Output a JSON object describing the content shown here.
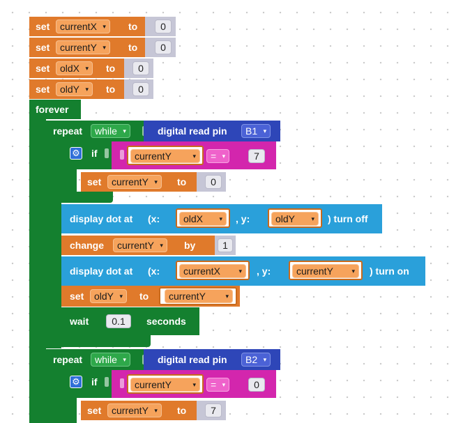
{
  "blocks": {
    "set_label": "set",
    "to_label": "to",
    "forever_label": "forever",
    "repeat_label": "repeat",
    "while_label": "while",
    "digital_read_label": "digital read pin",
    "if_label": "if",
    "eq_label": "=",
    "display_dot_label": "display dot at",
    "x_label": "(x:",
    "y_label": ", y:",
    "turn_off_label": ") turn off",
    "turn_on_label": ") turn on",
    "change_label": "change",
    "by_label": "by",
    "wait_label": "wait",
    "seconds_label": "seconds",
    "caret": "▾"
  },
  "vars": {
    "currentX": "currentX",
    "currentY": "currentY",
    "oldX": "oldX",
    "oldY": "oldY"
  },
  "pins": {
    "b1": "B1",
    "b2": "B2"
  },
  "values": {
    "zero": "0",
    "seven": "7",
    "one": "1",
    "wait": "0.1"
  },
  "icons": {
    "settings": "⚙"
  },
  "colors": {
    "variables": "#e07a2b",
    "control": "#14802f",
    "display": "#2aa0da",
    "pins": "#2e46b8",
    "logic": "#d326ad"
  }
}
